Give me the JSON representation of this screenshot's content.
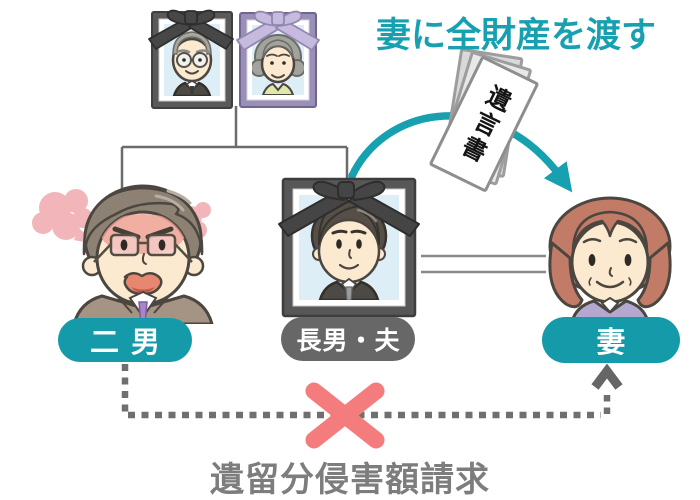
{
  "colors": {
    "teal": "#17a0b0",
    "teal_pill": "#149aa9",
    "gray_pill": "#676767",
    "caption_gray": "#7d7d7d",
    "x_red": "#f57c7c",
    "dotted_gray": "#6f6f6f",
    "tree_line_gray": "#6b6b6b",
    "steam_pink": "#f2b6ba"
  },
  "header": {
    "title": "妻に全財産を渡す"
  },
  "will_document": {
    "label": "遺言書"
  },
  "family": {
    "second_son_label": "二男",
    "eldest_son_label": "長男・夫",
    "wife_label": "妻"
  },
  "caption": {
    "text": "遺留分侵害額請求"
  }
}
